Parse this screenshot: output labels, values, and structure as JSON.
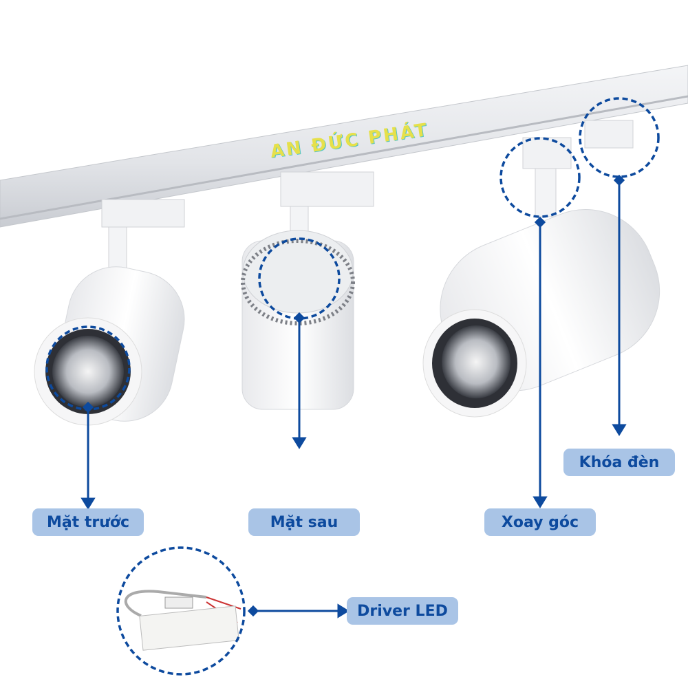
{
  "watermark": "AN ĐỨC PHÁT",
  "colors": {
    "accent": "#0d4a9e",
    "label_bg": "#a9c4e6"
  },
  "labels": {
    "front": "Mặt trước",
    "back": "Mặt sau",
    "rotate": "Xoay góc",
    "lock": "Khóa đèn",
    "driver": "Driver LED"
  }
}
